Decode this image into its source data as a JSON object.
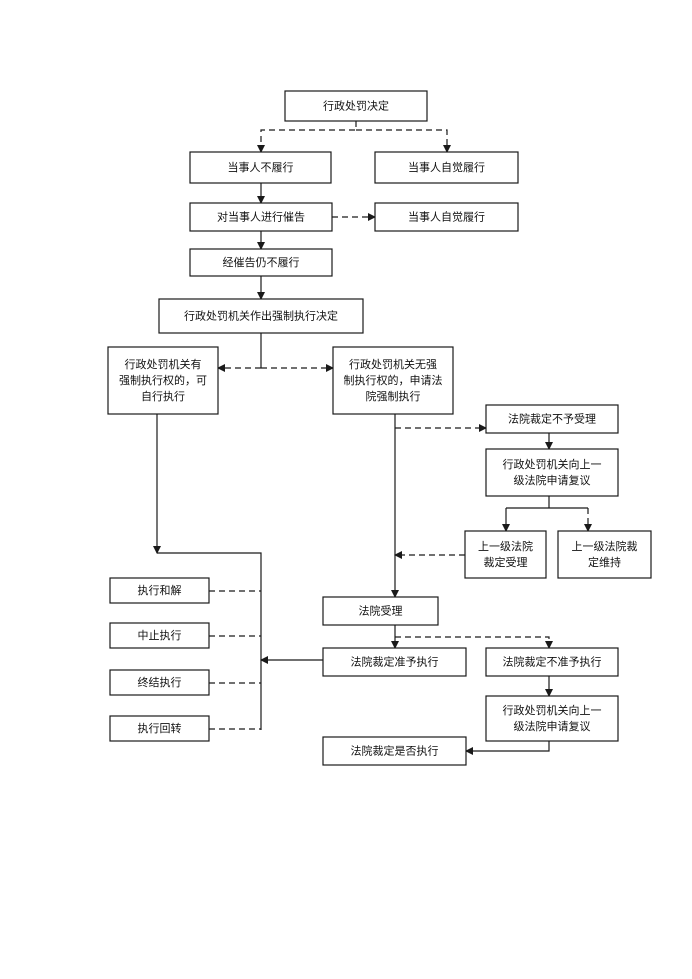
{
  "nodes": {
    "n1": {
      "lines": [
        "行政处罚决定"
      ]
    },
    "n2": {
      "lines": [
        "当事人不履行"
      ]
    },
    "n3": {
      "lines": [
        "当事人自觉履行"
      ]
    },
    "n4": {
      "lines": [
        "对当事人进行催告"
      ]
    },
    "n5": {
      "lines": [
        "当事人自觉履行"
      ]
    },
    "n6": {
      "lines": [
        "经催告仍不履行"
      ]
    },
    "n7": {
      "lines": [
        "行政处罚机关作出强制执行决定"
      ]
    },
    "n8": {
      "lines": [
        "行政处罚机关有",
        "强制执行权的，可",
        "自行执行"
      ]
    },
    "n9": {
      "lines": [
        "行政处罚机关无强",
        "制执行权的，申请法",
        "院强制执行"
      ]
    },
    "n10": {
      "lines": [
        "法院裁定不予受理"
      ]
    },
    "n11": {
      "lines": [
        "行政处罚机关向上一",
        "级法院申请复议"
      ]
    },
    "n12": {
      "lines": [
        "上一级法院",
        "裁定受理"
      ]
    },
    "n13": {
      "lines": [
        "上一级法院裁",
        "定维持"
      ]
    },
    "n14": {
      "lines": [
        "执行和解"
      ]
    },
    "n15": {
      "lines": [
        "中止执行"
      ]
    },
    "n16": {
      "lines": [
        "终结执行"
      ]
    },
    "n17": {
      "lines": [
        "执行回转"
      ]
    },
    "n18": {
      "lines": [
        "法院受理"
      ]
    },
    "n19": {
      "lines": [
        "法院裁定准予执行"
      ]
    },
    "n20": {
      "lines": [
        "法院裁定不准予执行"
      ]
    },
    "n21": {
      "lines": [
        "行政处罚机关向上一",
        "级法院申请复议"
      ]
    },
    "n22": {
      "lines": [
        "法院裁定是否执行"
      ]
    }
  },
  "colors": {
    "line": "#1a1a1a",
    "text": "#111111",
    "box_fill": "#ffffff"
  }
}
